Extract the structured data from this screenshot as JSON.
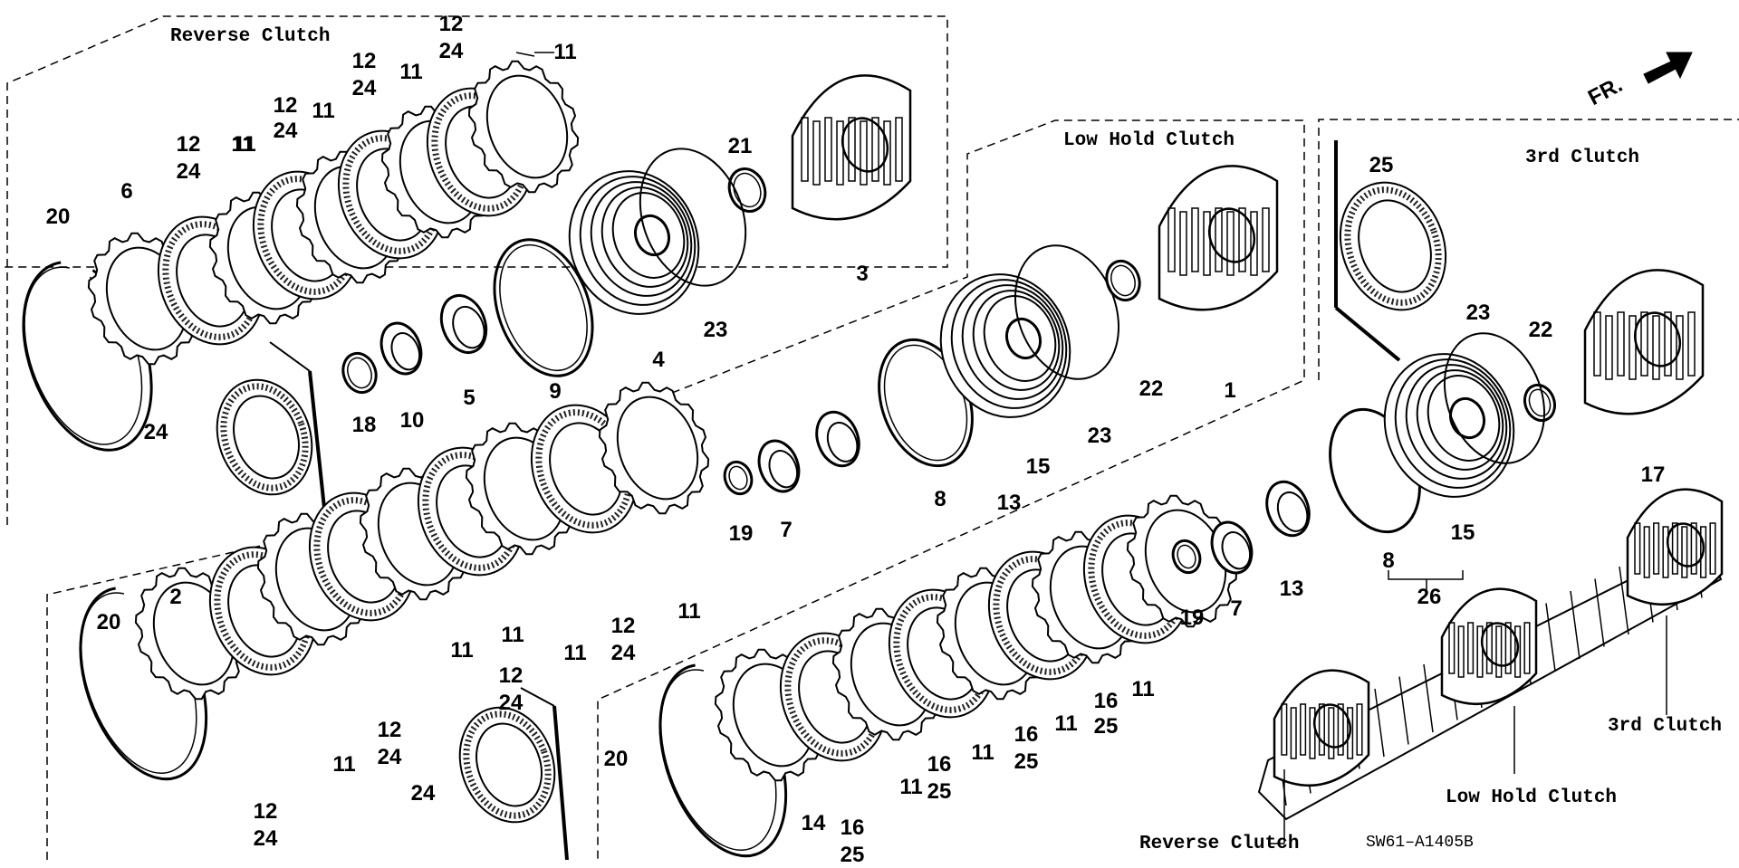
{
  "sections": {
    "reverse": "Reverse Clutch",
    "low_hold": "Low Hold Clutch",
    "third": "3rd Clutch"
  },
  "direction": "FR.",
  "diagram_code": "SW61–A1405B",
  "shaft_labels": {
    "third": "3rd Clutch",
    "low_hold": "Low Hold Clutch",
    "reverse": "Reverse Clutch"
  },
  "part_labels": [
    "11",
    "12",
    "24",
    "11",
    "12",
    "24",
    "11",
    "12",
    "24",
    "11",
    "12",
    "24",
    "11",
    "6",
    "20",
    "21",
    "3",
    "4",
    "23",
    "9",
    "5",
    "10",
    "18",
    "24",
    "1",
    "22",
    "23",
    "15",
    "8",
    "13",
    "7",
    "19",
    "11",
    "12",
    "24",
    "11",
    "11",
    "12",
    "24",
    "11",
    "12",
    "24",
    "11",
    "12",
    "24",
    "2",
    "20",
    "24",
    "25",
    "23",
    "22",
    "17",
    "15",
    "8",
    "26",
    "13",
    "7",
    "19",
    "11",
    "16",
    "25",
    "11",
    "16",
    "25",
    "11",
    "16",
    "25",
    "11",
    "16",
    "25",
    "14",
    "20"
  ]
}
